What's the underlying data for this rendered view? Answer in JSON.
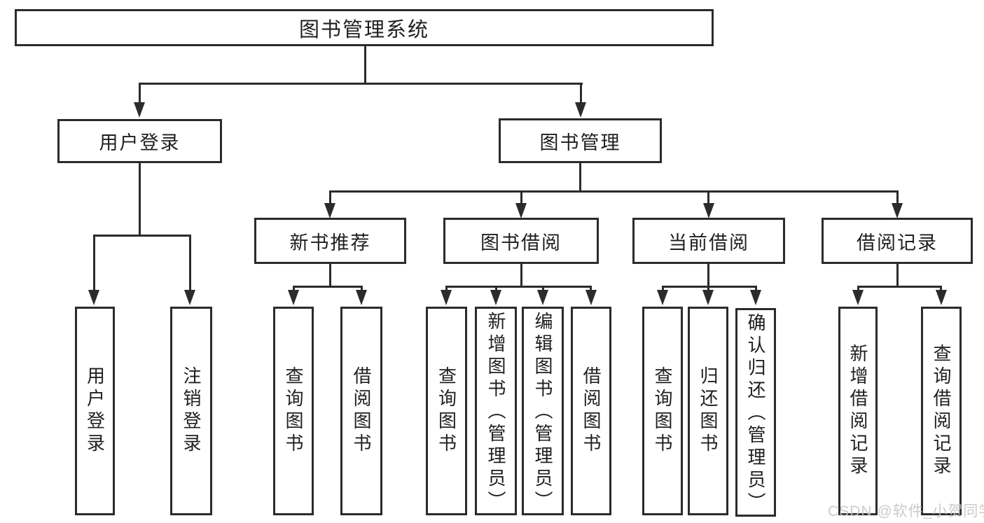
{
  "diagram": {
    "root": {
      "label": "图书管理系统"
    },
    "branches": [
      {
        "label": "用户登录",
        "children": [
          {
            "label": "用户登录"
          },
          {
            "label": "注销登录"
          }
        ]
      },
      {
        "label": "图书管理",
        "groups": [
          {
            "label": "新书推荐",
            "children": [
              {
                "label": "查询图书"
              },
              {
                "label": "借阅图书"
              }
            ]
          },
          {
            "label": "图书借阅",
            "children": [
              {
                "label": "查询图书"
              },
              {
                "label": "新增图书（管理员）"
              },
              {
                "label": "编辑图书（管理员）"
              },
              {
                "label": "借阅图书"
              }
            ]
          },
          {
            "label": "当前借阅",
            "children": [
              {
                "label": "查询图书"
              },
              {
                "label": "归还图书"
              },
              {
                "label": "确认归还（管理员）"
              }
            ]
          },
          {
            "label": "借阅记录",
            "children": [
              {
                "label": "新增借阅记录"
              },
              {
                "label": "查询借阅记录"
              }
            ]
          }
        ]
      }
    ]
  },
  "watermark": {
    "text": "CSDN @软件_小贺同学"
  },
  "colors": {
    "line": "#2b2b2b",
    "text": "#1f1f1f",
    "watermark": "#c6c6c6",
    "background": "#ffffff"
  }
}
